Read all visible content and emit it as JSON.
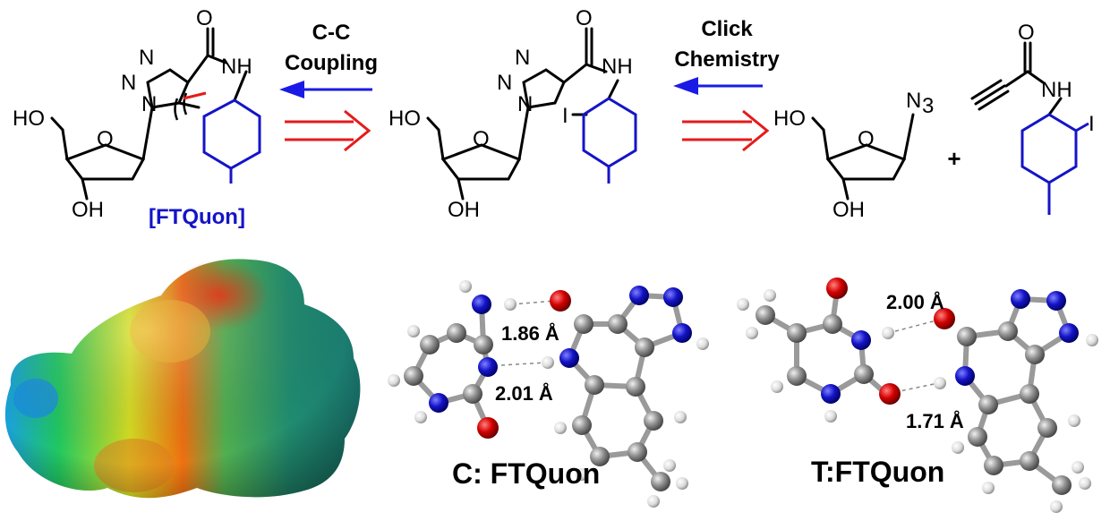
{
  "reactions": {
    "step1_label_line1": "C-C",
    "step1_label_line2": "Coupling",
    "step2_label_line1": "Click",
    "step2_label_line2": "Chemistry",
    "plus": "+"
  },
  "molecules": {
    "ftquon_name": "[FTQuon]",
    "atom_O": "O",
    "atom_N": "N",
    "atom_NH": "NH",
    "atom_HO": "HO",
    "atom_OH": "OH",
    "atom_I": "I",
    "atom_N3_base": "N",
    "atom_N3_sub": "3"
  },
  "models": {
    "c_pair_label": "C: FTQuon",
    "t_pair_label": "T:FTQuon",
    "c_bond_1": "1.86 Å",
    "c_bond_2": "2.01 Å",
    "t_bond_1": "2.00 Å",
    "t_bond_2": "1.71 Å"
  },
  "colors": {
    "arrow_blue": "#1a1ae6",
    "arrow_red": "#e61a1a",
    "ring_blue": "#1414c8",
    "oxygen": "#cc0000",
    "nitrogen": "#1414c8",
    "carbon": "#8c8c8c",
    "hydrogen": "#e6e6e6"
  }
}
